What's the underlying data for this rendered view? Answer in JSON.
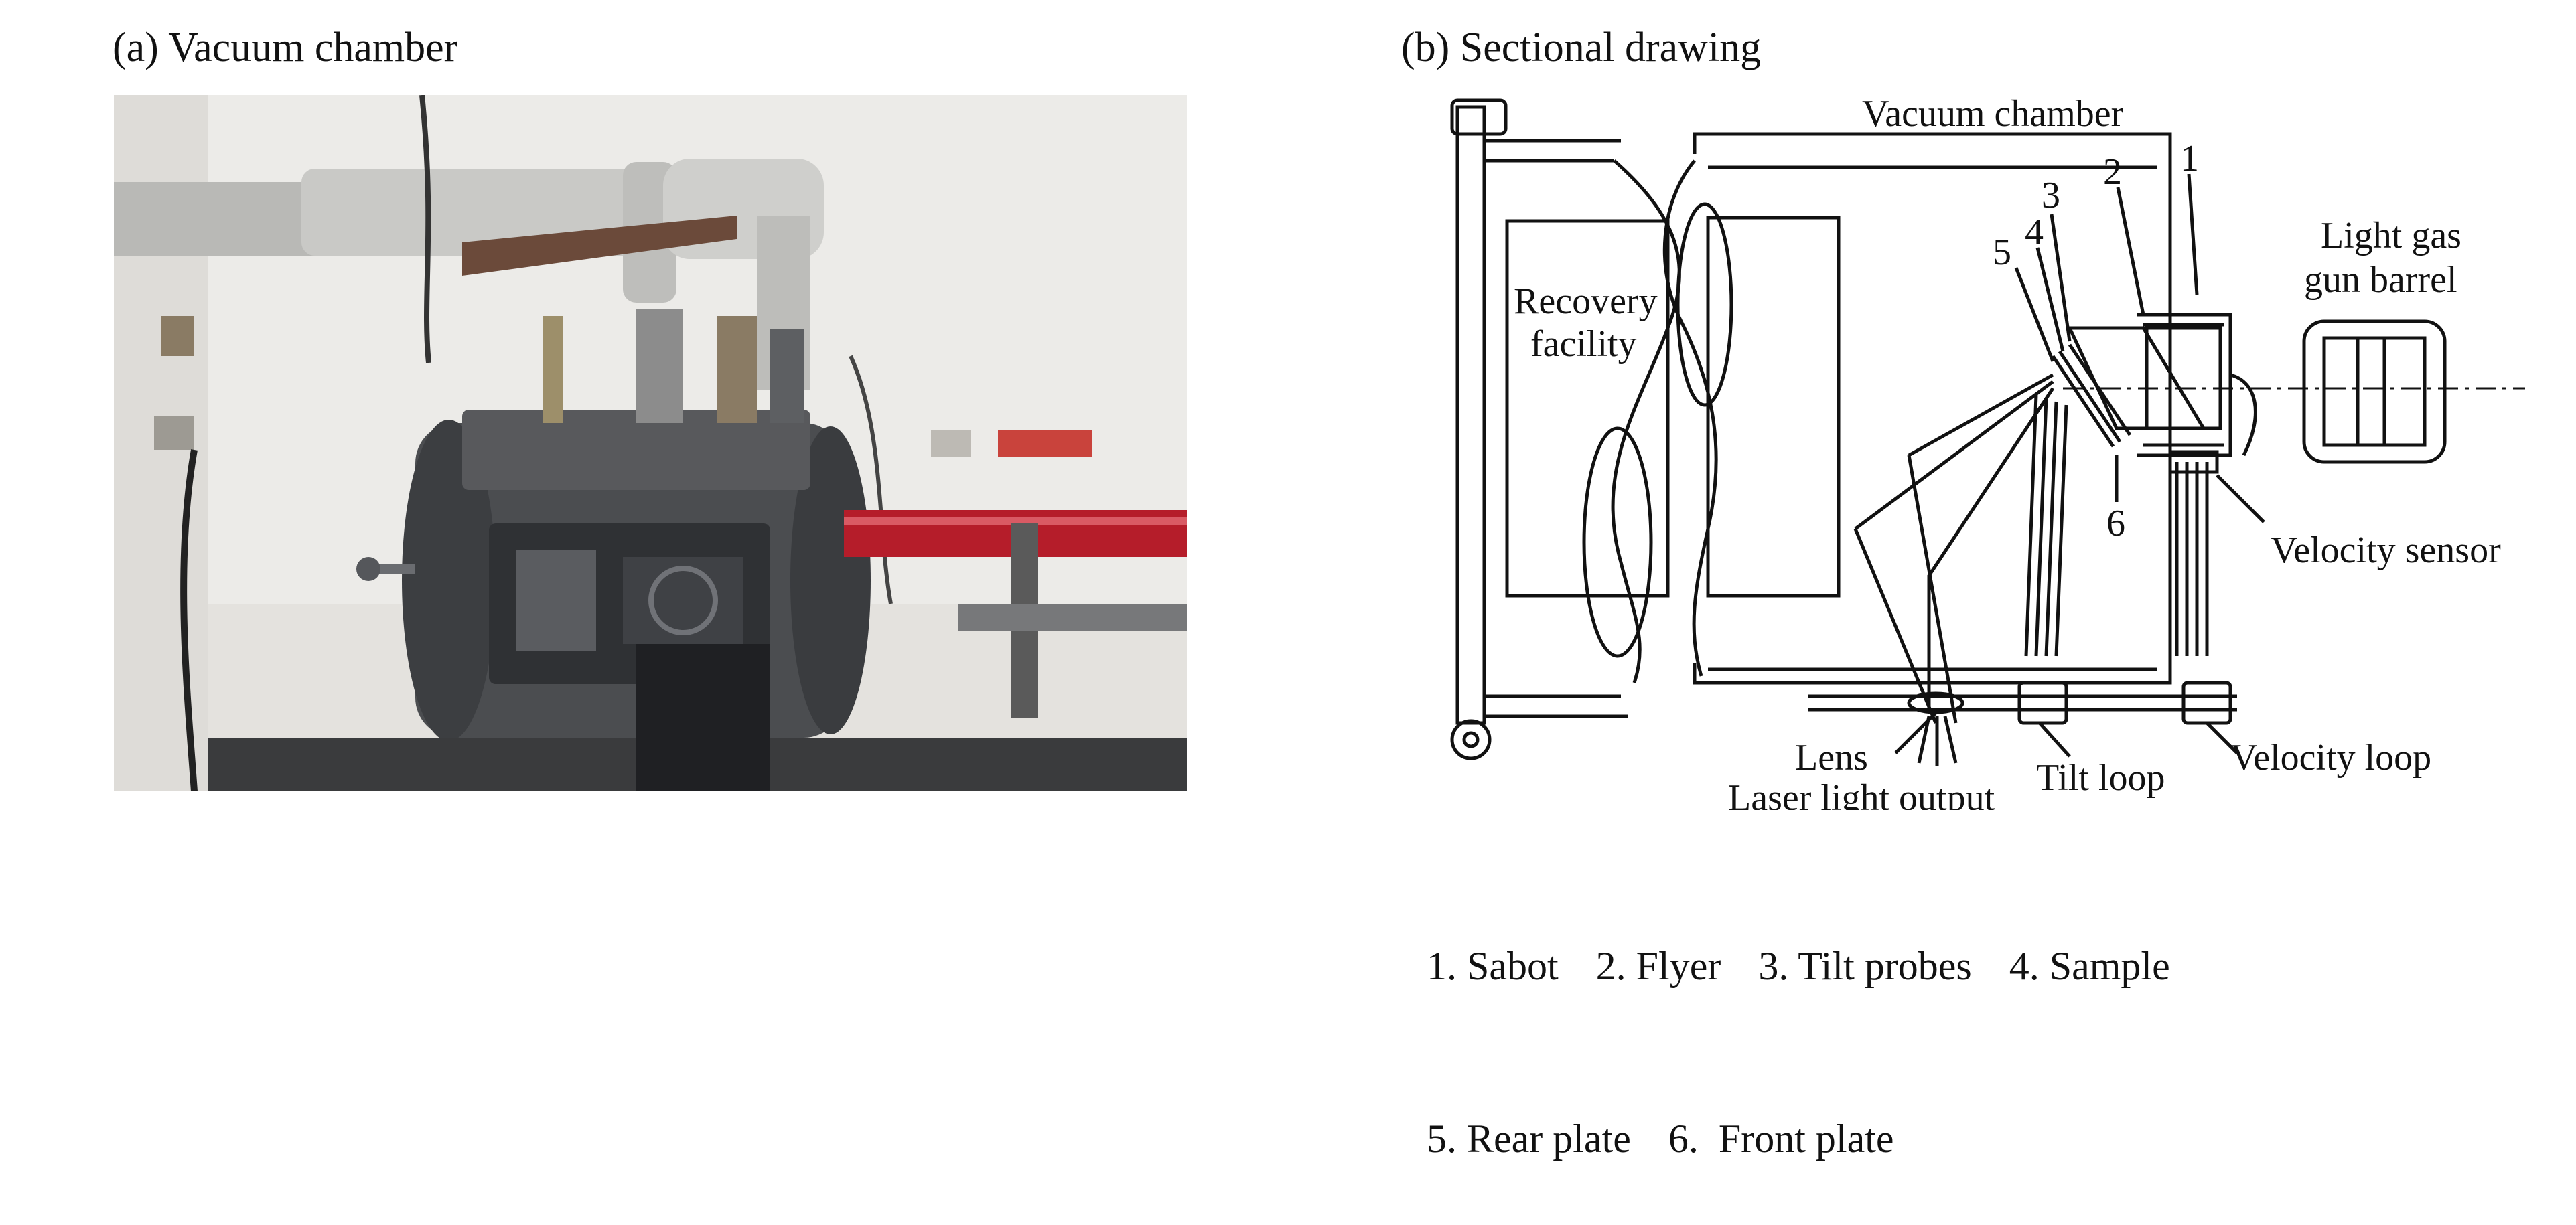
{
  "panel_a": {
    "title": "(a) Vacuum chamber"
  },
  "panel_b": {
    "title": "(b) Sectional drawing",
    "labels": {
      "vacuum_chamber": "Vacuum chamber",
      "recovery_line1": "Recovery",
      "recovery_line2": "facility",
      "barrel_line1": "Light gas",
      "barrel_line2": "gun barrel",
      "velocity_sensor": "Velocity sensor",
      "lens": "Lens",
      "tilt_loop": "Tilt loop",
      "velocity_loop": "Velocity loop",
      "laser_output": "Laser light output",
      "n1": "1",
      "n2": "2",
      "n3": "3",
      "n4": "4",
      "n5": "5",
      "n6": "6"
    },
    "legend_row1": [
      "1. Sabot",
      "2. Flyer",
      "3. Tilt probes",
      "4. Sample"
    ],
    "legend_row2": [
      "5. Rear plate",
      "6.  Front plate"
    ]
  }
}
